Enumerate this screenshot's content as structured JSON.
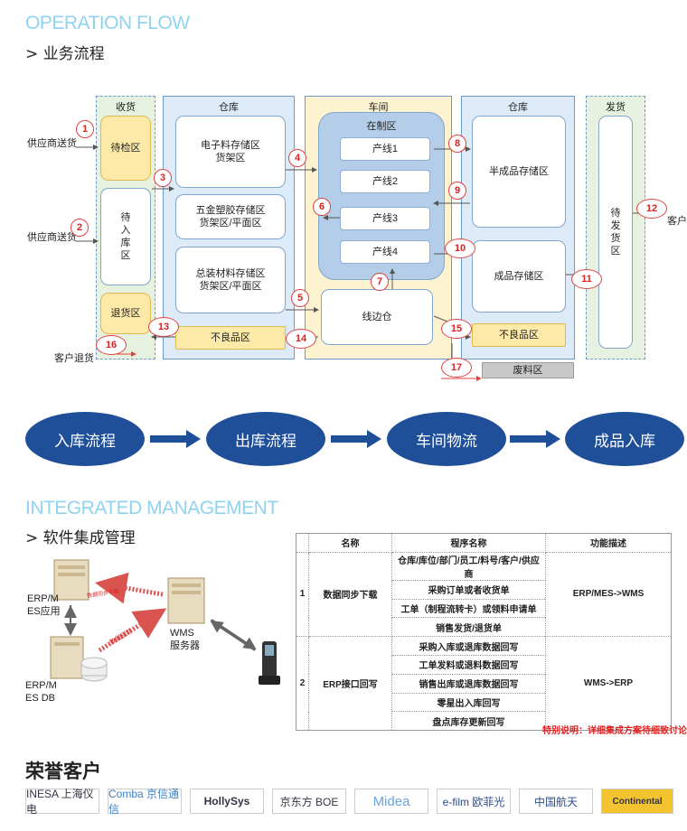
{
  "header": {
    "en_title": "OPERATION FLOW",
    "cn_subtitle": "> 业务流程"
  },
  "flow": {
    "columns": {
      "receive": "收货",
      "warehouse1": "仓库",
      "workshop": "车间",
      "warehouse2": "仓库",
      "ship": "发货"
    },
    "boxes": {
      "inspect": "待检区",
      "pending_in": "待\n入\n库\n区",
      "returns": "退货区",
      "electronic": "电子料存储区\n货架区",
      "hardware": "五金塑胶存储区\n货架区/平面区",
      "assembly": "总装材料存储区\n货架区/平面区",
      "defect1": "不良品区",
      "wip": "在制区",
      "line1": "产线1",
      "line2": "产线2",
      "line3": "产线3",
      "line4": "产线4",
      "lineside": "线边仓",
      "semi": "半成品存储区",
      "finished": "成品存储区",
      "defect2": "不良品区",
      "scrap": "废料区",
      "to_ship": "待\n发\n货\n区"
    },
    "labels": {
      "supplier1": "供应商送货",
      "supplier2": "供应商送货",
      "customer_return": "客户退货",
      "customer": "客户"
    },
    "steps": [
      "1",
      "2",
      "3",
      "4",
      "5",
      "6",
      "7",
      "8",
      "9",
      "10",
      "11",
      "12",
      "13",
      "14",
      "15",
      "16",
      "17"
    ]
  },
  "process": [
    "入库流程",
    "出库流程",
    "车间物流",
    "成品入库"
  ],
  "integrated": {
    "en_title": "INTEGRATED MANAGEMENT",
    "cn_subtitle": "> 软件集成管理",
    "erp_app": "ERP/M\nES应用",
    "erp_db": "ERP/M\nES DB",
    "wms": "WMS\n服务器",
    "arrow_down": "数据同步下载",
    "arrow_up": "数据回写"
  },
  "table": {
    "headers": [
      "",
      "名称",
      "程序名称",
      "功能描述"
    ],
    "groups": [
      {
        "no": "1",
        "name": "数据同步下载",
        "programs": [
          "仓库/库位/部门/员工/料号/客户/供应商",
          "采购订单或者收货单",
          "工单（制程流转卡）或领料申请单",
          "销售发货/退货单"
        ],
        "desc": "ERP/MES->WMS"
      },
      {
        "no": "2",
        "name": "ERP接口回写",
        "programs": [
          "采购入库或退库数据回写",
          "工单发料或退料数据回写",
          "销售出库或退库数据回写",
          "零星出入库回写",
          "盘点库存更新回写"
        ],
        "desc": "WMS->ERP"
      }
    ],
    "note": "特别说明：详细集成方案待细致讨论"
  },
  "customers": {
    "title": "荣誉客户",
    "logos": [
      "INESA 上海仪电",
      "Comba 京信通信",
      "HollySys",
      "京东方 BOE",
      "Midea",
      "e-film 欧菲光",
      "中国航天",
      "Continental"
    ]
  },
  "colors": {
    "accent_title": "#8fd3f0",
    "oval_blue": "#1e4f98",
    "step_red": "#d22222",
    "zone_green": "#e6f2df",
    "zone_blue": "#dcebf7",
    "zone_yellow": "#fdf3d1"
  }
}
